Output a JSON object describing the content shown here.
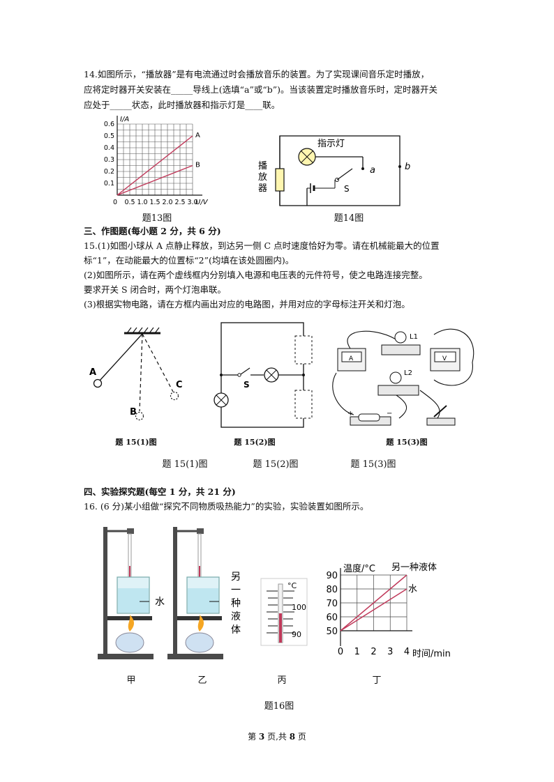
{
  "q14": {
    "line1": "14.如图所示，“播放器”是有电流通过时会播放音乐的装置。为了实现课间音乐定时播放，",
    "line2": "应将定时器开关安装在_____导线上(选填“a”或“b”)。当该装置定时播放音乐时，定时器开关",
    "line3": "应处于_____状态，此时播放器和指示灯是____联。"
  },
  "fig13": {
    "caption": "题13图",
    "xlabel": "U/V",
    "ylabel": "I/A",
    "xticks": [
      "0",
      "0.5",
      "1.0",
      "1.5",
      "2.0",
      "2.5",
      "3.0"
    ],
    "yticks": [
      "0.1",
      "0.2",
      "0.3",
      "0.4",
      "0.5",
      "0.6"
    ],
    "chart_data": {
      "type": "line",
      "xlabel": "U/V",
      "ylabel": "I/A",
      "xlim": [
        0,
        3.0
      ],
      "ylim": [
        0,
        0.6
      ],
      "grid": true,
      "series": [
        {
          "name": "A",
          "x": [
            0,
            3.0
          ],
          "y": [
            0,
            0.5
          ],
          "color": "#c0395a"
        },
        {
          "name": "B",
          "x": [
            0,
            3.0
          ],
          "y": [
            0,
            0.25
          ],
          "color": "#c0395a"
        }
      ]
    }
  },
  "fig14": {
    "caption": "题14图",
    "lamp_label": "指示灯",
    "player_label": [
      "播",
      "放",
      "器"
    ],
    "switch_label": "S",
    "wire_a": "a",
    "wire_b": "b"
  },
  "section3": {
    "title": "三、作图题(每小题 2 分，共 6 分)",
    "q15_1a": "15.(1)如图小球从 A 点静止释放，到达另一侧 C 点时速度恰好为零。请在机械能最大的位置",
    "q15_1b": "标“1”，在动能最大的位置标“2”(均填在该处圆圈内)。",
    "q15_2a": "(2)如图所示，请在两个虚线框内分别填入电源和电压表的元件符号，使之电路连接完整。",
    "q15_2b": "要求开关 S 闭合时，两个灯泡串联。",
    "q15_3": "(3)根据实物电路，请在方框内画出对应的电路图，并用对应的字母标注开关和灯泡。"
  },
  "fig15": {
    "pend_A": "A",
    "pend_B": "B",
    "pend_C": "C",
    "switch_S": "S",
    "L1": "L1",
    "L2": "L2",
    "ammeter": "A",
    "voltmeter": "V",
    "plus": "+",
    "minus": "−",
    "cap1_bold": "题 15(1)图",
    "cap2_bold": "题 15(2)图",
    "cap3_bold": "题 15(3)图",
    "cap1": "题 15(1)图",
    "cap2": "题 15(2)图",
    "cap3": "题 15(3)图"
  },
  "section4": {
    "title": "四、实验探究题(每空 1 分，共 21 分)",
    "q16": "16. (6 分)某小组做“探究不同物质吸热能力”的实验，实验装置如图所示。"
  },
  "fig16": {
    "label_water": "水",
    "label_other_vertical": [
      "另",
      "一",
      "种",
      "液",
      "体"
    ],
    "thermo_unit": "°C",
    "thermo_100": "100",
    "thermo_90": "90",
    "sub_jia": "甲",
    "sub_yi": "乙",
    "sub_bing": "丙",
    "sub_ding": "丁",
    "caption": "题16图",
    "graph_ylabel": "温度/°C",
    "graph_xlabel": "时间/min",
    "graph_yticks": [
      "50",
      "60",
      "70",
      "80",
      "90"
    ],
    "graph_xticks": [
      "0",
      "1",
      "2",
      "3",
      "4"
    ],
    "series_other": "另一种液体",
    "series_water": "水",
    "chart_data": {
      "type": "line",
      "xlabel": "时间/min",
      "ylabel": "温度/°C",
      "xlim": [
        0,
        4
      ],
      "ylim": [
        50,
        90
      ],
      "grid": true,
      "series": [
        {
          "name": "另一种液体",
          "x": [
            0,
            4
          ],
          "y": [
            50,
            90
          ],
          "color": "#c0395a"
        },
        {
          "name": "水",
          "x": [
            0,
            4
          ],
          "y": [
            50,
            80
          ],
          "color": "#c0395a"
        }
      ]
    }
  },
  "footer": {
    "prefix": "第 ",
    "page": "3",
    "middle": " 页,共 ",
    "total": "8",
    "suffix": " 页"
  }
}
